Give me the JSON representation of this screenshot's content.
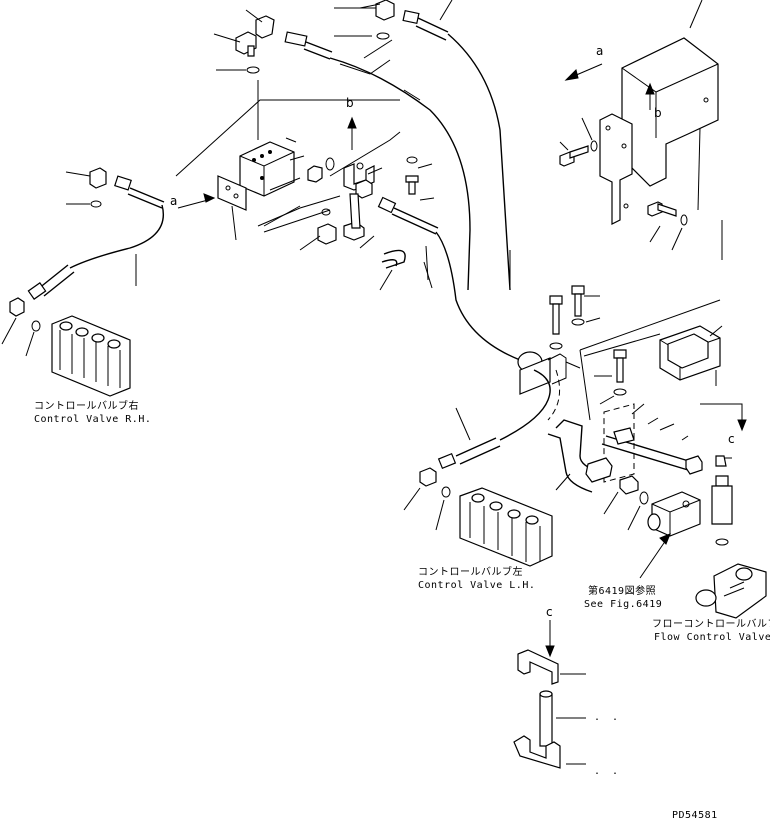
{
  "labels": {
    "cv_rh_jp": "コントロールバルブ右",
    "cv_rh_en": "Control Valve R.H.",
    "cv_lh_jp": "コントロールバルブ左",
    "cv_lh_en": "Control Valve L.H.",
    "fig_ref_jp": "第6419図参照",
    "fig_ref_en": "See Fig.6419",
    "fcv_jp": "フローコントロールバルブ",
    "fcv_en": "Flow Control Valve",
    "drawing_no": "PD54581"
  },
  "arrows": {
    "a1": "a",
    "a2": "a",
    "b1": "b",
    "b2": "b",
    "c1": "c",
    "c2": "c"
  },
  "detail_dots": {
    "d1": ". .",
    "d2": ". ."
  }
}
